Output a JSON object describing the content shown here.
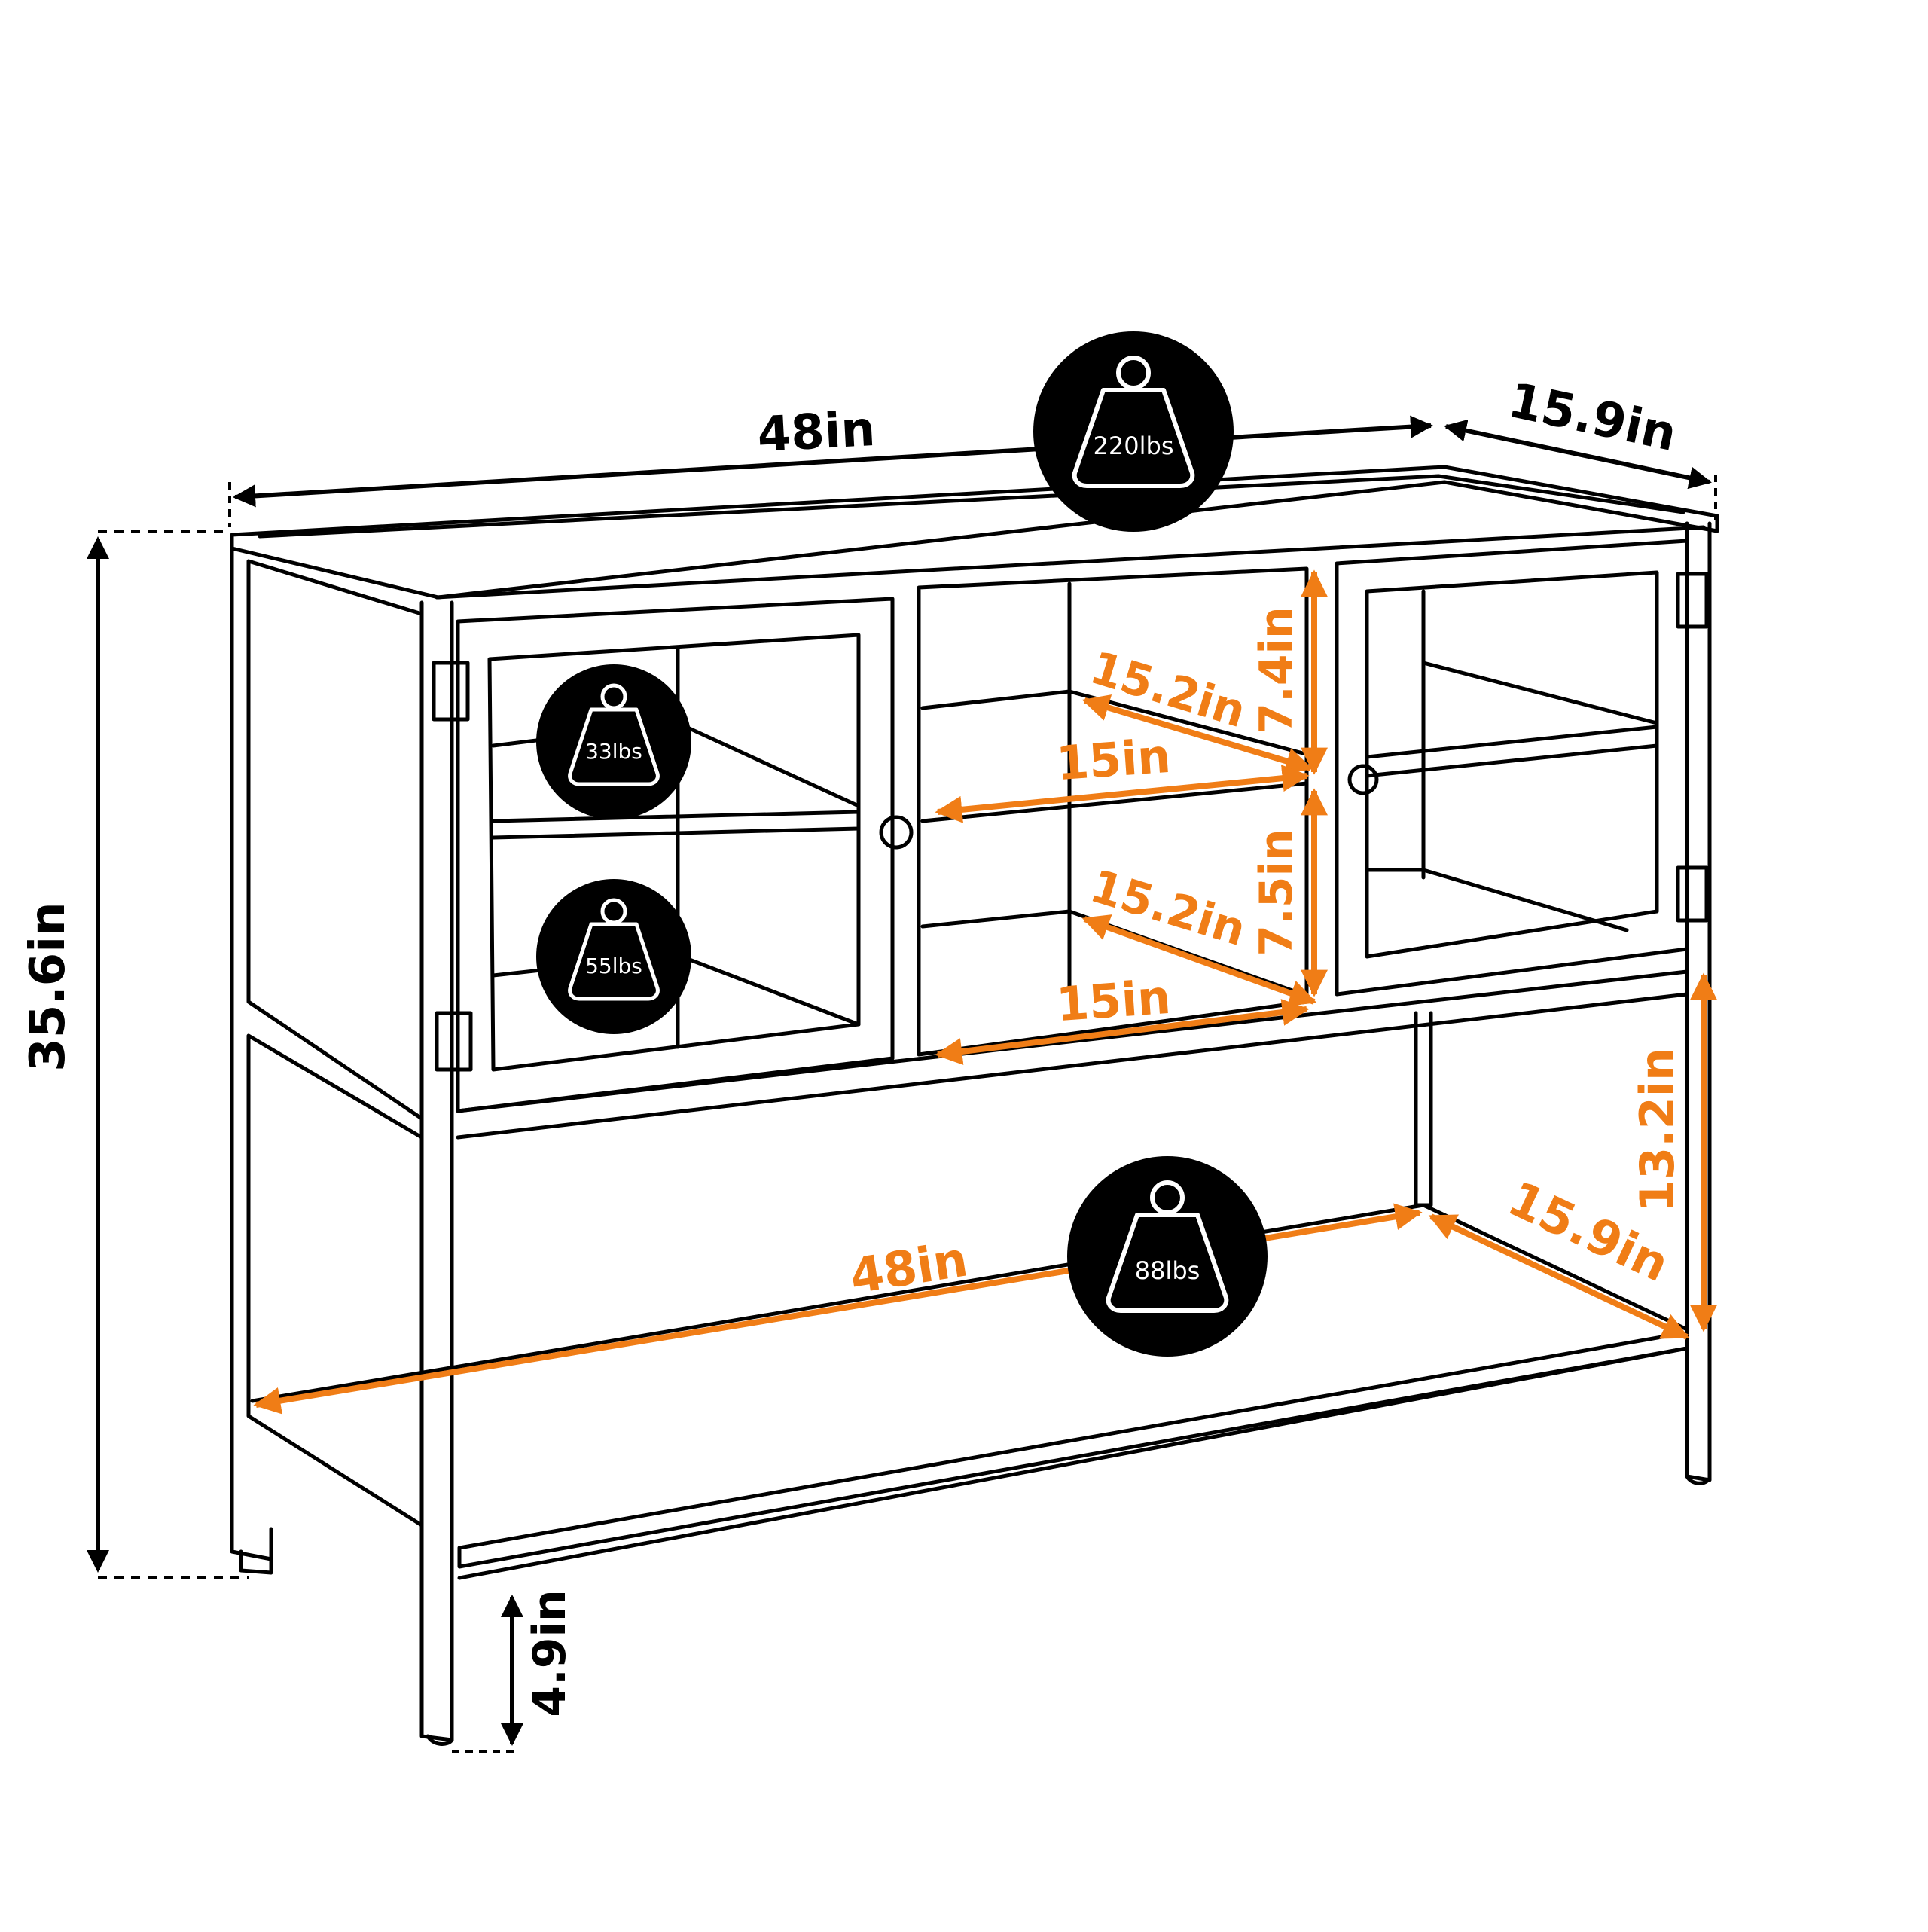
{
  "colors": {
    "line": "#000000",
    "accent": "#f07d16",
    "badge_fill": "#000000",
    "badge_text": "#ffffff",
    "background": "#ffffff"
  },
  "dimensions": {
    "overall_width": "48in",
    "overall_depth": "15.9in",
    "overall_height": "35.6in",
    "leg_height": "4.9in",
    "shelf_diagonal_upper": "15.2in",
    "shelf_width_upper": "15in",
    "compartment_height_upper": "7.4in",
    "shelf_diagonal_lower": "15.2in",
    "shelf_width_lower": "15in",
    "compartment_height_lower": "7.5in",
    "bottom_shelf_width": "48in",
    "bottom_shelf_depth": "15.9in",
    "bottom_clearance_height": "13.2in"
  },
  "load_badges": {
    "top": {
      "label": "220lbs",
      "icon": "weight-icon"
    },
    "upper_shelf": {
      "label": "33lbs",
      "icon": "weight-icon"
    },
    "lower_shelf": {
      "label": "55lbs",
      "icon": "weight-icon"
    },
    "bottom_shelf": {
      "label": "88lbs",
      "icon": "weight-icon"
    }
  }
}
